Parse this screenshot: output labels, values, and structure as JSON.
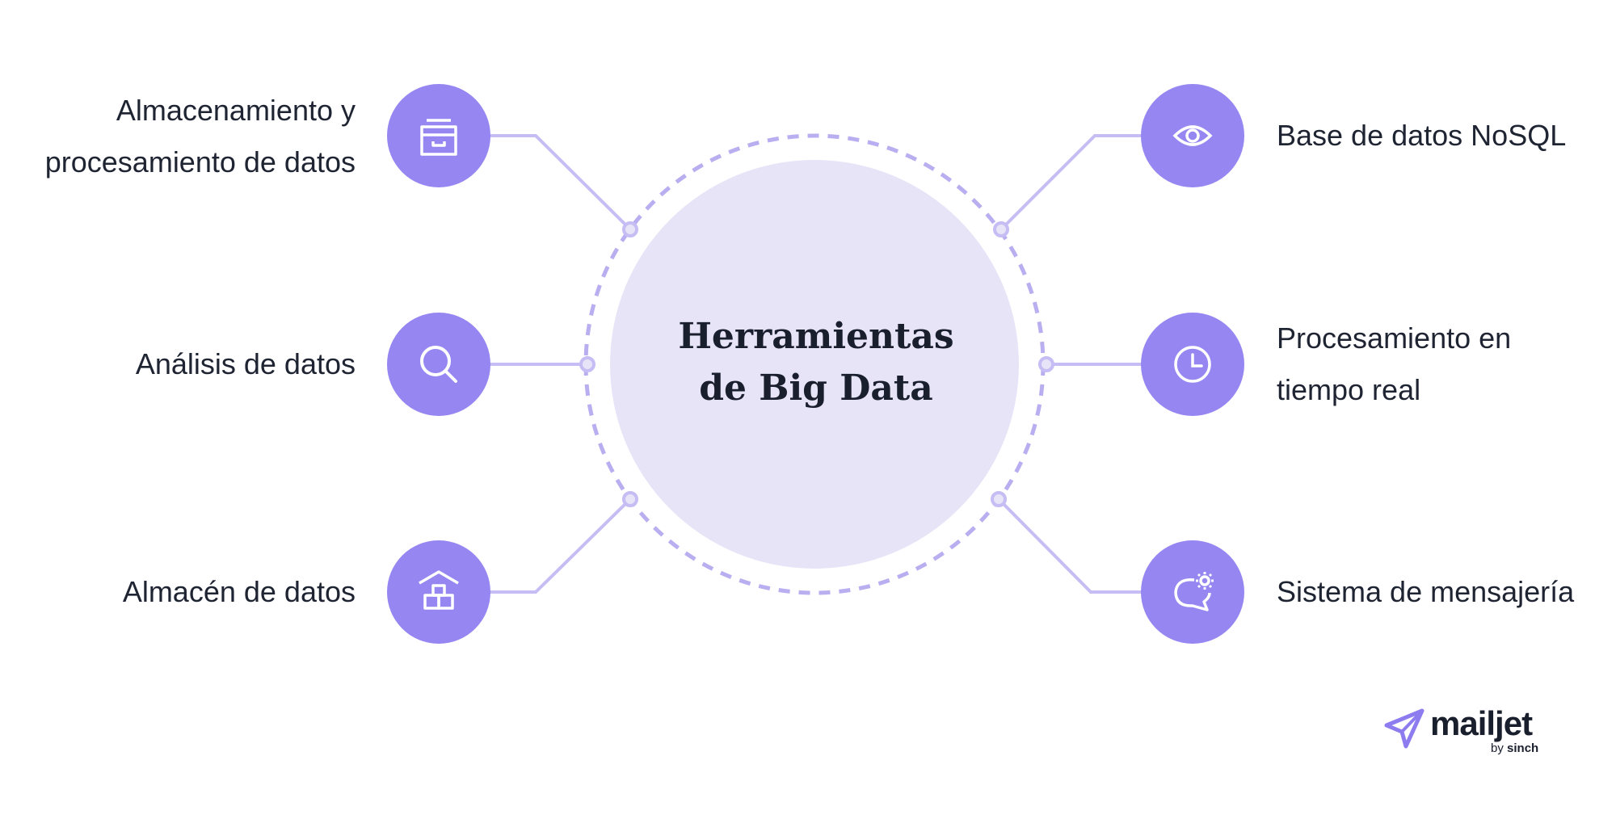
{
  "center": {
    "title_line1": "Herramientas",
    "title_line2": "de Big Data"
  },
  "left_items": [
    {
      "line1": "Almacenamiento y",
      "line2": "procesamiento de datos",
      "icon": "archive-box-icon"
    },
    {
      "line1": "Análisis de datos",
      "icon": "magnifier-icon"
    },
    {
      "line1": "Almacén de datos",
      "icon": "warehouse-icon"
    }
  ],
  "right_items": [
    {
      "line1": "Base de datos NoSQL",
      "icon": "eye-icon"
    },
    {
      "line1": "Procesamiento en",
      "line2": "tiempo real",
      "icon": "clock-icon"
    },
    {
      "line1": "Sistema de mensajería",
      "icon": "chat-gear-icon"
    }
  ],
  "logo": {
    "word": "mailjet",
    "by": "by",
    "brand": "sinch",
    "icon": "paper-plane-icon"
  },
  "colors": {
    "node": "#9686f2",
    "connector": "#c5bdf3",
    "dashed_ring": "#b9aef0",
    "center_fill": "#e8e4f7",
    "text": "#1f2433"
  }
}
